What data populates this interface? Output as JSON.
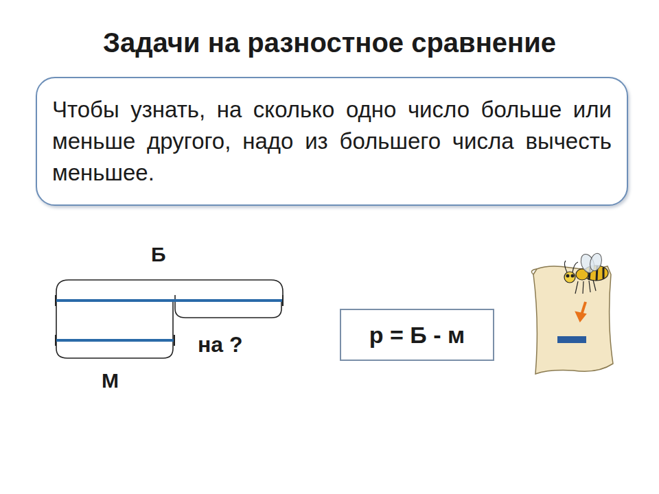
{
  "diagram": {
    "title": "Задачи на разностное сравнение",
    "nodes": [
      {
        "text": [
          "Чтобы узнать, на сколько одно число больше или меньше другого, надо из большего числа вычесть меньшее."
        ]
      },
      {
        "text": [
          "р = Б - м"
        ]
      }
    ],
    "edges": [],
    "labels": [
      "Б",
      "на ?",
      "М"
    ]
  }
}
